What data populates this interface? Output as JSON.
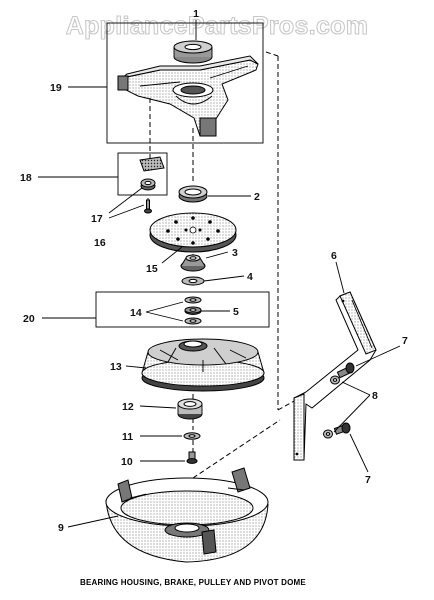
{
  "watermark": "AppliancePartsPros.com",
  "caption": "BEARING HOUSING, BRAKE, PULLEY AND PIVOT DOME",
  "callouts": {
    "c1": "1",
    "c2": "2",
    "c3": "3",
    "c4": "4",
    "c5": "5",
    "c6": "6",
    "c7a": "7",
    "c7b": "7",
    "c8": "8",
    "c9": "9",
    "c10": "10",
    "c11": "11",
    "c12": "12",
    "c13": "13",
    "c14": "14",
    "c15": "15",
    "c16": "16",
    "c17": "17",
    "c18": "18",
    "c19": "19",
    "c20": "20"
  }
}
